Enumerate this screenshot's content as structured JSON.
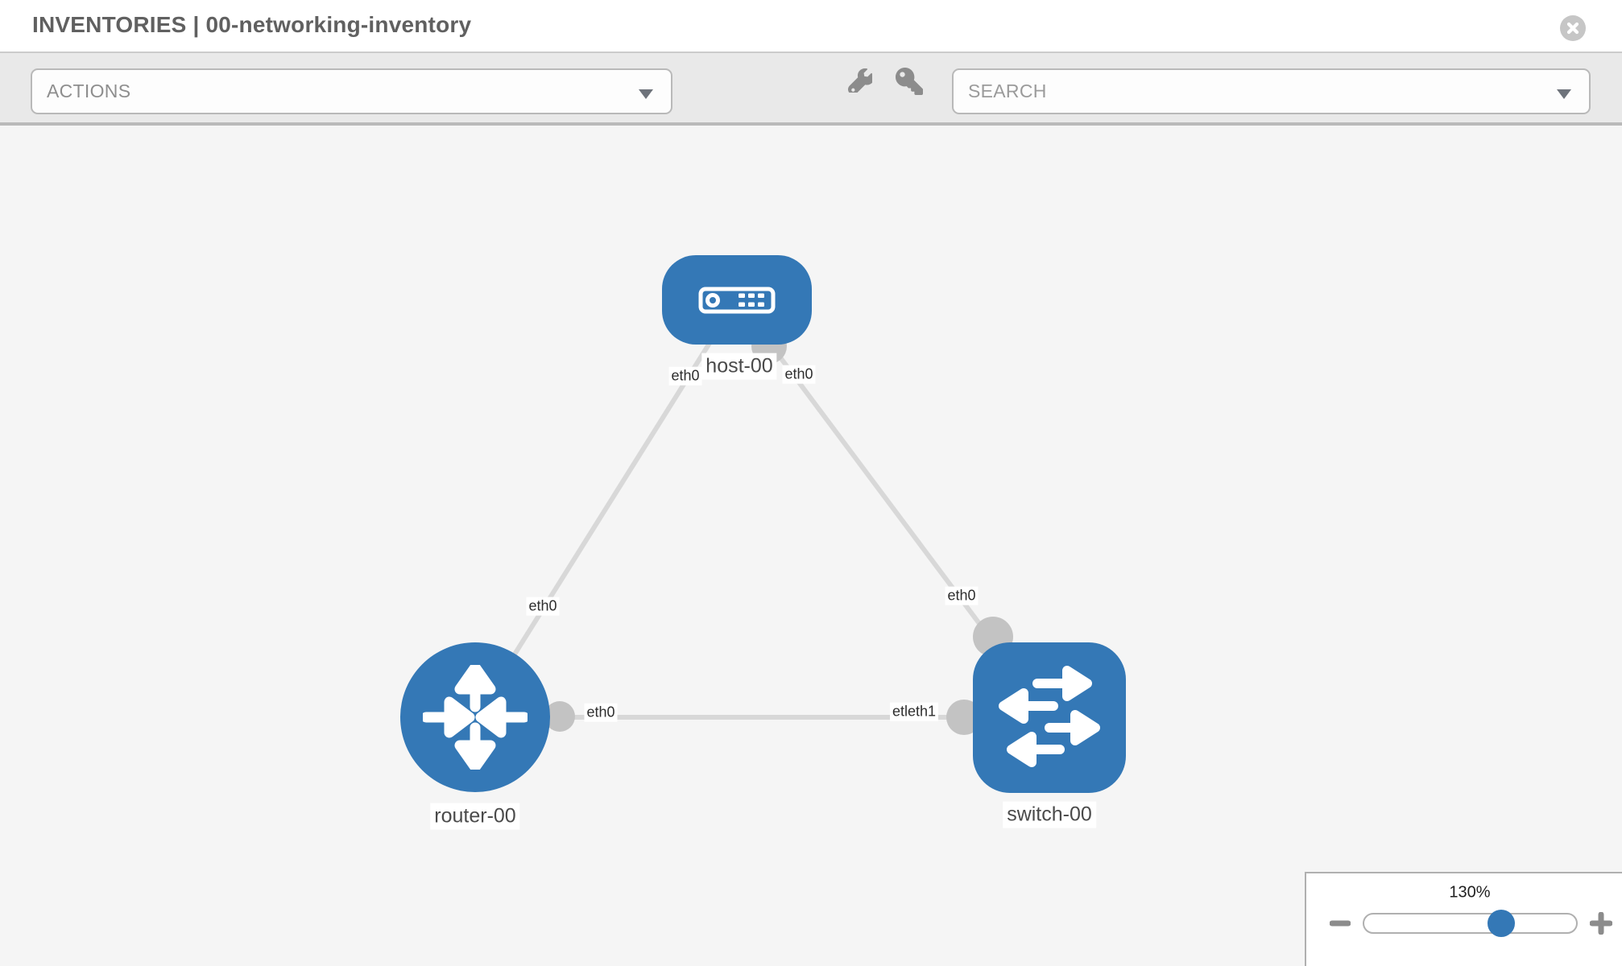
{
  "header": {
    "title": "INVENTORIES | 00-networking-inventory"
  },
  "toolbar": {
    "actions_label": "ACTIONS",
    "search_placeholder": "SEARCH"
  },
  "topology": {
    "nodes": [
      {
        "id": "host-00",
        "type": "host",
        "label": "host-00"
      },
      {
        "id": "router-00",
        "type": "router",
        "label": "router-00"
      },
      {
        "id": "switch-00",
        "type": "switch",
        "label": "switch-00"
      }
    ],
    "links": [
      {
        "from": "host-00",
        "from_interface": "eth0",
        "to": "router-00",
        "to_interface": "eth0"
      },
      {
        "from": "host-00",
        "from_interface": "eth0",
        "to": "switch-00",
        "to_interface": "eth0"
      },
      {
        "from": "router-00",
        "from_interface": "eth0",
        "to": "switch-00",
        "to_interface": "eth1"
      }
    ],
    "interface_labels": [
      {
        "text": "eth0"
      },
      {
        "text": "eth0"
      },
      {
        "text": "eth0"
      },
      {
        "text": "eth0"
      },
      {
        "text": "eth0"
      },
      {
        "text": "etleth1"
      }
    ]
  },
  "zoom_control": {
    "level": "130%"
  },
  "colors": {
    "node_blue": "#3478b6",
    "link_gray": "#d8d8d8",
    "endpoint_gray": "#c3c3c3",
    "toolbar_gray": "#e9e9e9",
    "canvas_gray": "#f5f5f5"
  }
}
